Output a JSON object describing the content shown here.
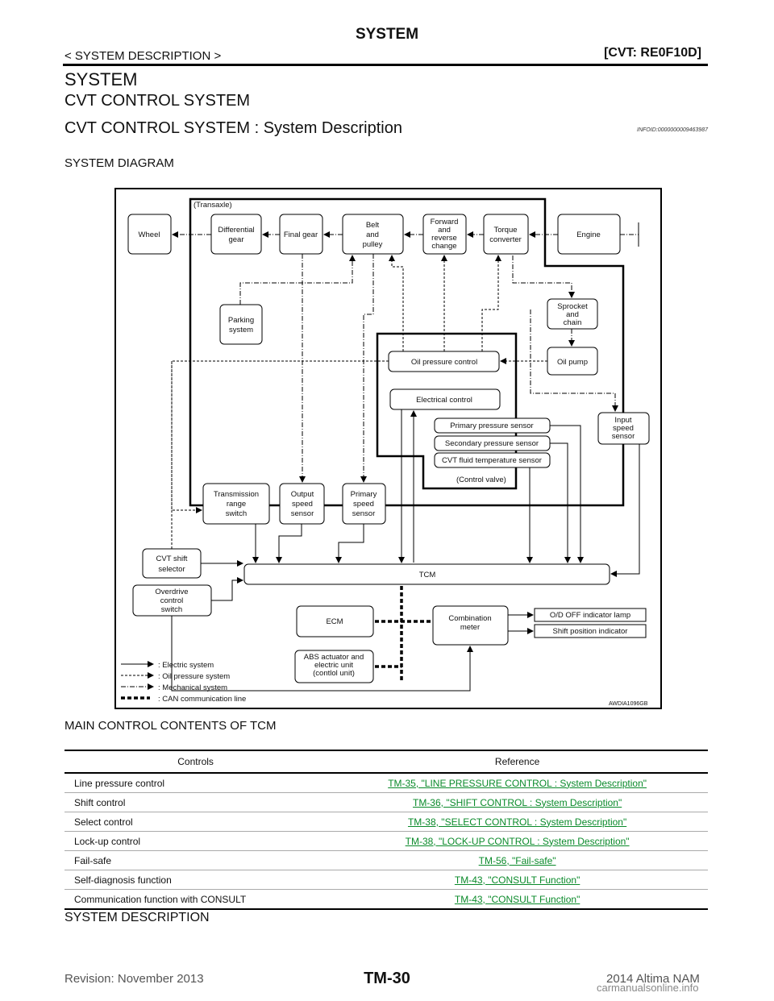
{
  "header": {
    "title": "SYSTEM",
    "section": "< SYSTEM DESCRIPTION >",
    "model": "[CVT: RE0F10D]"
  },
  "headings": {
    "system": "SYSTEM",
    "cvt_control_system": "CVT CONTROL SYSTEM",
    "system_description_title": "CVT CONTROL SYSTEM : System Description",
    "infoid": "INFOID:0000000009463987",
    "system_diagram": "SYSTEM DIAGRAM",
    "main_control": "MAIN CONTROL CONTENTS OF TCM",
    "system_description": "SYSTEM DESCRIPTION"
  },
  "diagram": {
    "transaxle_label": "(Transaxle)",
    "control_valve_label": "(Control valve)",
    "code": "AWDIA1096GB",
    "boxes": {
      "wheel": "Wheel",
      "diff1": "Differential",
      "diff2": "gear",
      "final_gear": "Final gear",
      "belt1": "Belt",
      "belt2": "and",
      "belt3": "pulley",
      "fwd1": "Forward",
      "fwd2": "and",
      "fwd3": "reverse",
      "fwd4": "change",
      "tq1": "Torque",
      "tq2": "converter",
      "engine": "Engine",
      "park1": "Parking",
      "park2": "system",
      "spr1": "Sprocket",
      "spr2": "and",
      "spr3": "chain",
      "oil_pressure_control": "Oil pressure control",
      "oil_pump": "Oil pump",
      "electrical_control": "Electrical control",
      "iss1": "Input",
      "iss2": "speed",
      "iss3": "sensor",
      "primary_pressure_sensor": "Primary pressure sensor",
      "secondary_pressure_sensor": "Secondary pressure sensor",
      "fluid_temp_sensor": "CVT fluid temperature sensor",
      "trs1": "Transmission",
      "trs2": "range",
      "trs3": "switch",
      "oss1": "Output",
      "oss2": "speed",
      "oss3": "sensor",
      "pss1": "Primary",
      "pss2": "speed",
      "pss3": "sensor",
      "sel1": "CVT shift",
      "sel2": "selector",
      "tcm": "TCM",
      "od1": "Overdrive",
      "od2": "control",
      "od3": "switch",
      "ecm": "ECM",
      "comb1": "Combination",
      "comb2": "meter",
      "od_off_lamp": "O/D OFF indicator lamp",
      "shift_position_indicator": "Shift position indicator",
      "abs1": "ABS actuator and",
      "abs2": "electric unit",
      "abs3": "(contlol unit)"
    },
    "legend": {
      "electric": ": Electric system",
      "oil": ": Oil pressure system",
      "mechanical": ": Mechanical system",
      "can": ": CAN communication line"
    }
  },
  "table": {
    "headers": [
      "Controls",
      "Reference"
    ],
    "rows": [
      {
        "control": "Line pressure control",
        "reference": "TM-35, \"LINE PRESSURE CONTROL : System Description\""
      },
      {
        "control": "Shift control",
        "reference": "TM-36, \"SHIFT CONTROL : System Description\""
      },
      {
        "control": "Select control",
        "reference": "TM-38, \"SELECT CONTROL : System Description\""
      },
      {
        "control": "Lock-up control",
        "reference": "TM-38, \"LOCK-UP CONTROL : System Description\""
      },
      {
        "control": "Fail-safe",
        "reference": "TM-56, \"Fail-safe\""
      },
      {
        "control": "Self-diagnosis function",
        "reference": "TM-43, \"CONSULT Function\""
      },
      {
        "control": "Communication function with CONSULT",
        "reference": "TM-43, \"CONSULT Function\""
      }
    ]
  },
  "footer": {
    "revision": "Revision: November 2013",
    "page": "TM-30",
    "model": "2014 Altima NAM",
    "watermark": "carmanualsonline.info"
  }
}
